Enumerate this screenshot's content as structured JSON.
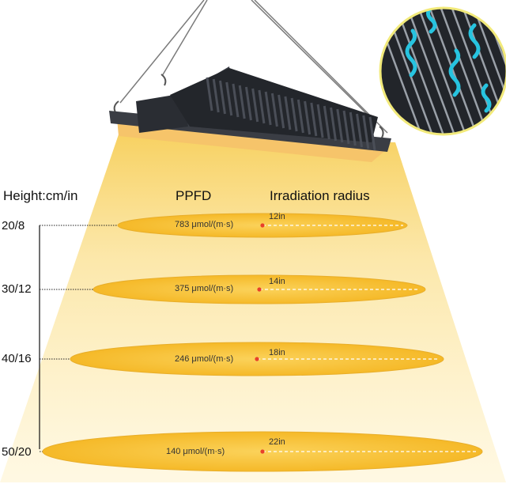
{
  "headers": {
    "height": "Height:cm/in",
    "ppfd": "PPFD",
    "radius": "Irradiation radius"
  },
  "rows": [
    {
      "height": "20/8",
      "ppfd": "783 μmol/(m·s)",
      "radius": "12in"
    },
    {
      "height": "30/12",
      "ppfd": "375 μmol/(m·s)",
      "radius": "14in"
    },
    {
      "height": "40/16",
      "ppfd": "246 μmol/(m·s)",
      "radius": "18in"
    },
    {
      "height": "50/20",
      "ppfd": "140 μmol/(m·s)",
      "radius": "22in"
    }
  ],
  "colors": {
    "beam": "#fbe39a",
    "ellipse": "#f8c23c",
    "ellipse_edge": "#e8ae2a",
    "center_dot": "#e8402a",
    "fixture": "#2a2d33",
    "airflow": "#27c4e0"
  }
}
